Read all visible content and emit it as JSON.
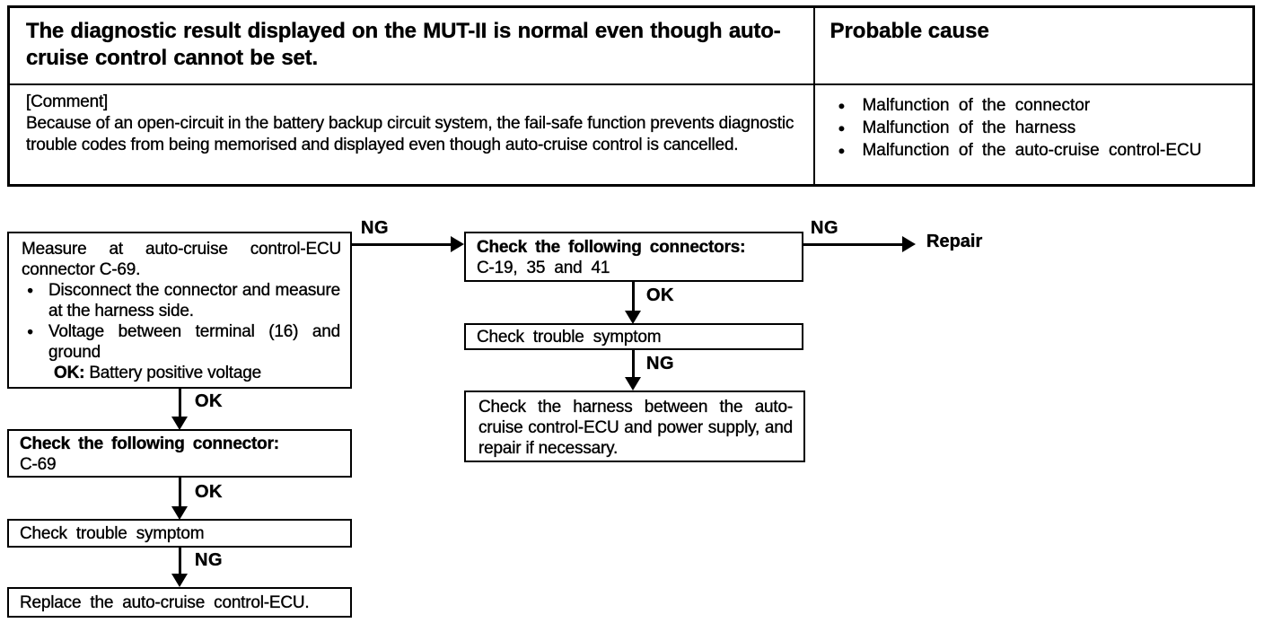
{
  "table": {
    "problem_title": "The diagnostic result displayed on the MUT-II is normal even though auto-cruise control cannot be set.",
    "probable_cause_title": "Probable cause",
    "comment_label": "[Comment]",
    "comment_text": "Because of an open-circuit in the battery backup circuit system, the fail-safe function prevents diagnostic trouble codes from being memorised and displayed even though auto-cruise control is cancelled.",
    "causes": [
      "Malfunction of the connector",
      "Malfunction of the harness",
      "Malfunction of the auto-cruise control-ECU"
    ],
    "bullet_glyph": "●"
  },
  "flowchart": {
    "measure_box": {
      "title": "Measure at auto-cruise control-ECU connector C-69.",
      "bullet1": "Disconnect the connector and measure at the harness side.",
      "bullet2": "Voltage between terminal (16) and ground",
      "ok_prefix": "OK:",
      "ok_result": "Battery positive voltage"
    },
    "check_connector_box": {
      "title": "Check the following connector:",
      "detail": "C-69"
    },
    "check_symptom_left": "Check trouble symptom",
    "replace_box": "Replace the auto-cruise control-ECU.",
    "check_connectors_box": {
      "title": "Check the following connectors:",
      "detail": "C-19, 35 and 41"
    },
    "check_symptom_mid": "Check trouble symptom",
    "harness_box": "Check the harness between the auto-cruise control-ECU and power supply, and repair if necessary.",
    "repair_label": "Repair",
    "edges": {
      "measure_ng": "NG",
      "measure_ok": "OK",
      "connector_ok": "OK",
      "symptom_left_ng": "NG",
      "connectors_ng": "NG",
      "connectors_ok": "OK",
      "symptom_mid_ng": "NG"
    }
  },
  "colors": {
    "ink": "#000000",
    "paper": "#ffffff"
  }
}
